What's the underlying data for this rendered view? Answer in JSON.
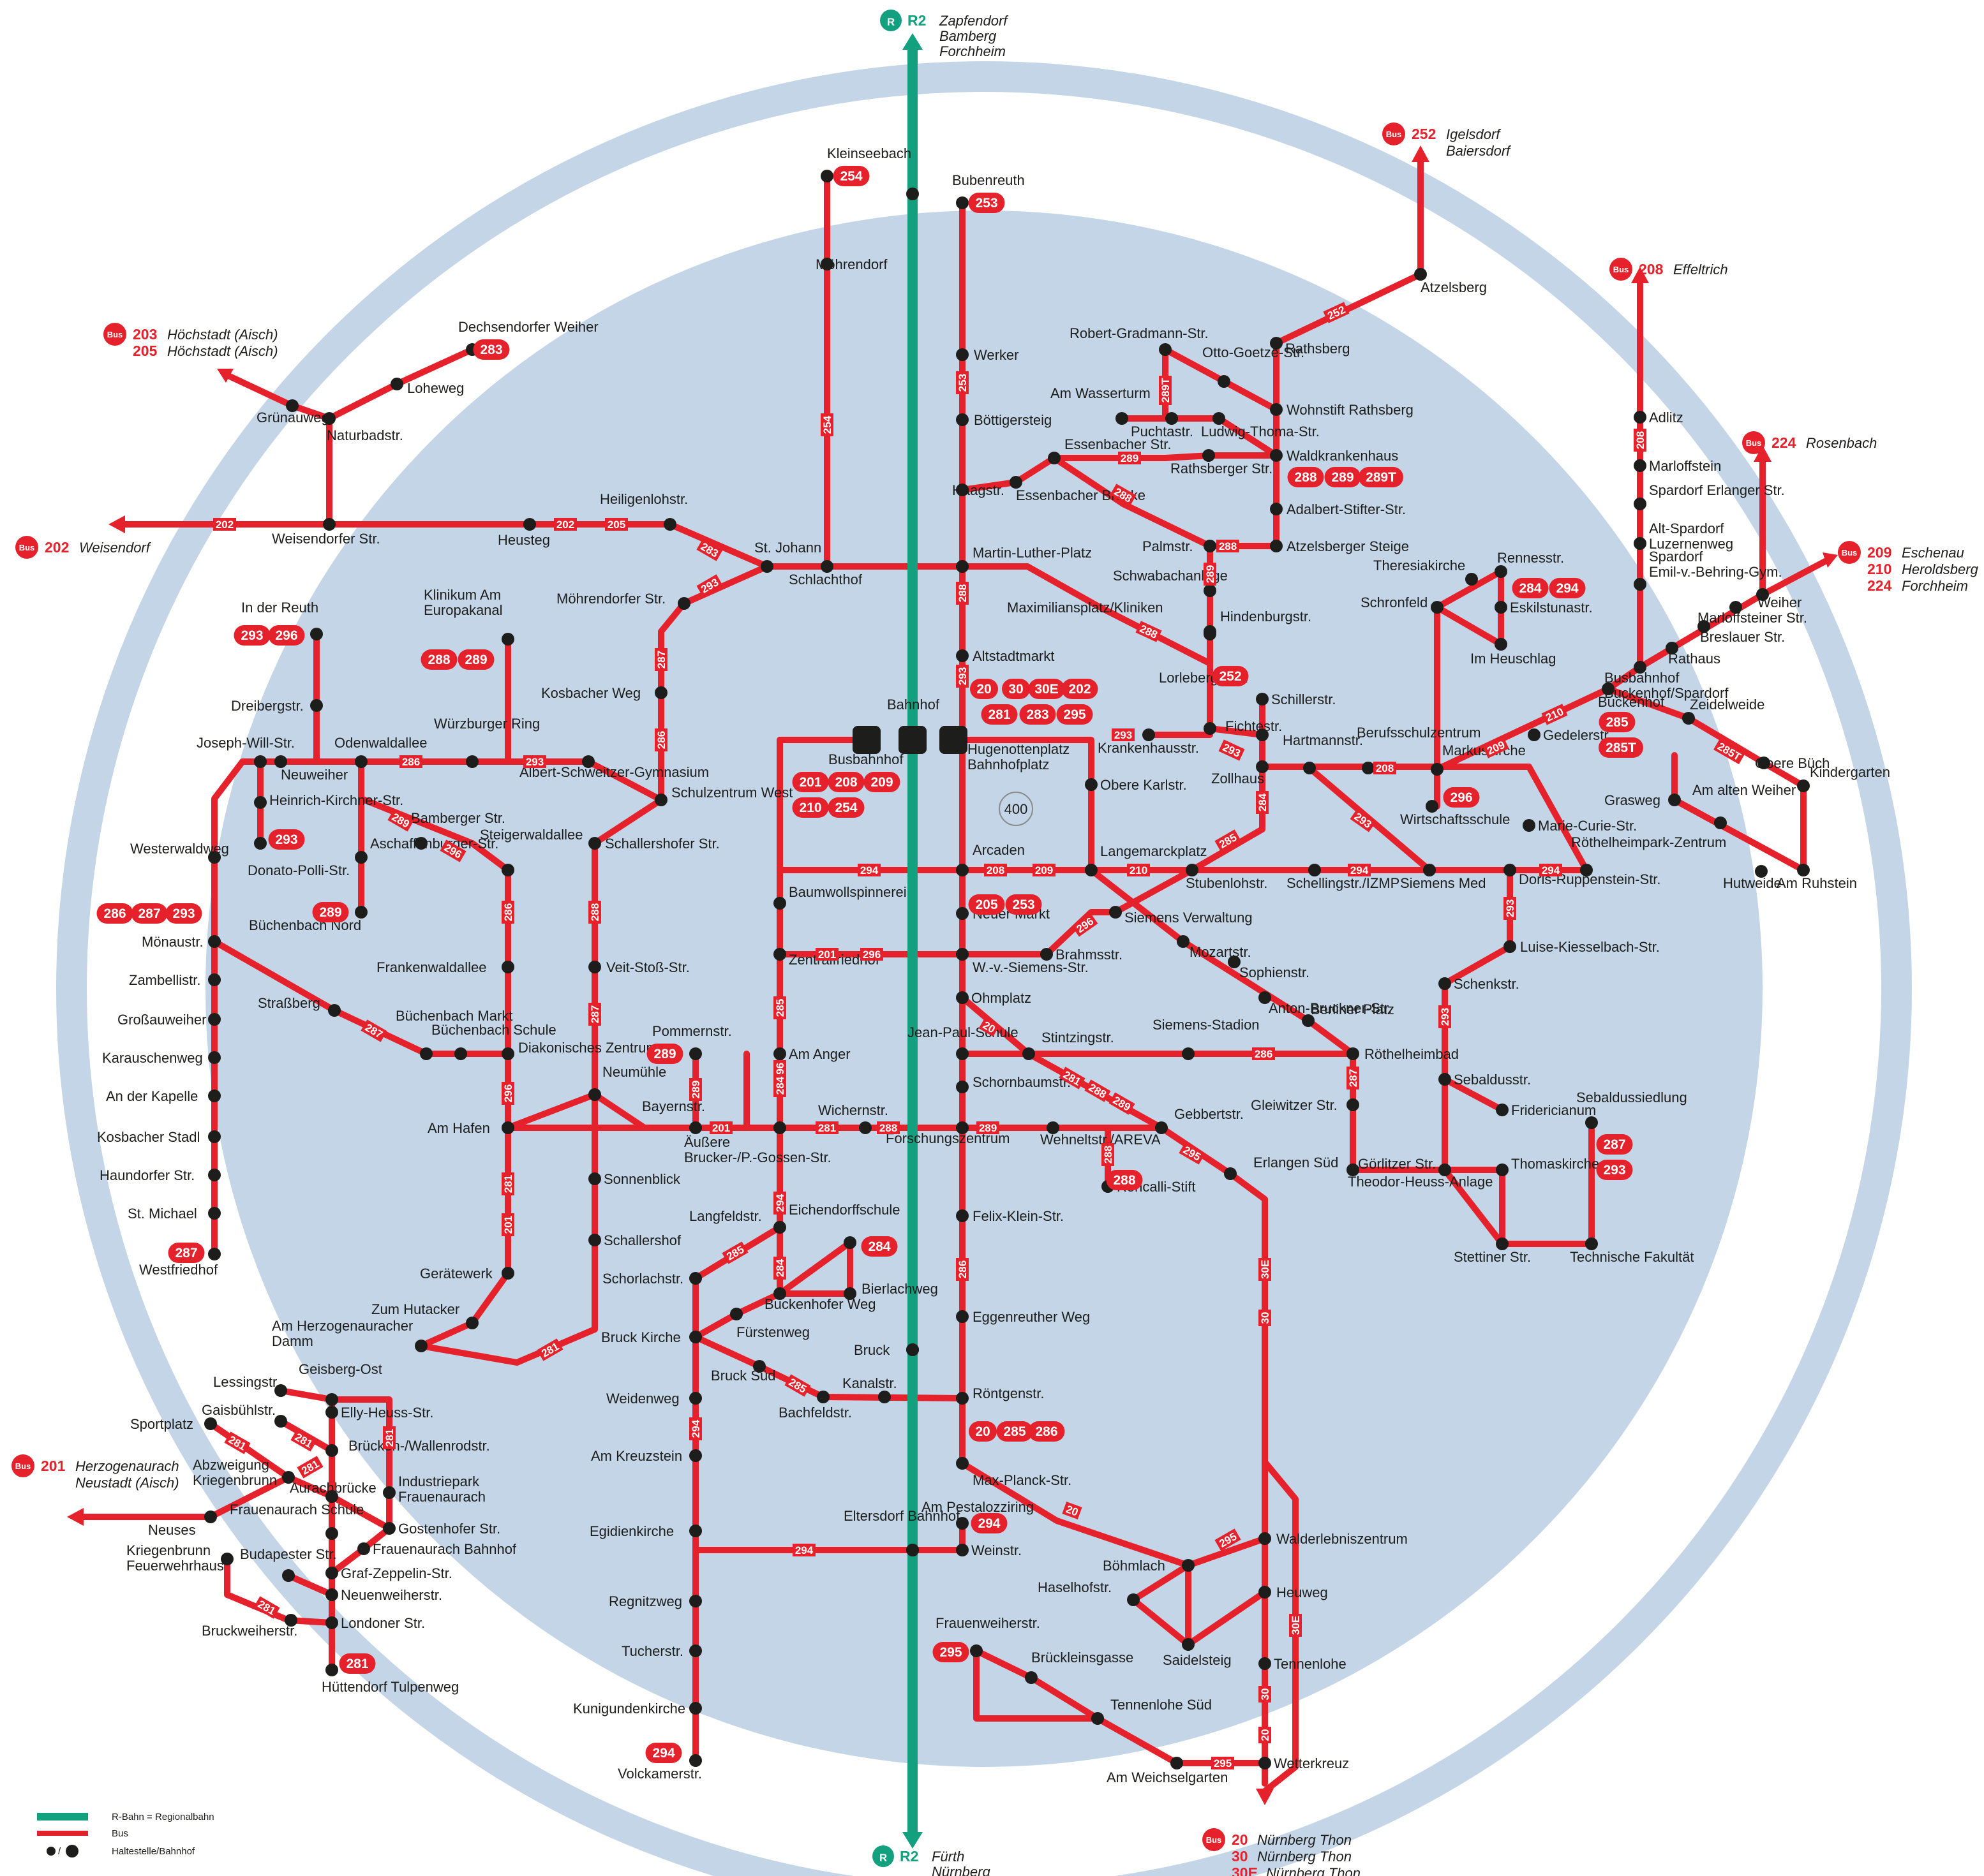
{
  "colors": {
    "bus": "#e5212b",
    "rail": "#12a07f",
    "zone": "#c3d5e6",
    "stop": "#1d1d1b"
  },
  "rail": {
    "north": {
      "line": "R2",
      "dest": [
        "Zapfendorf",
        "Bamberg",
        "Forchheim"
      ]
    },
    "south": {
      "line": "R2",
      "dest": [
        "Fürth",
        "Nürnberg"
      ]
    },
    "icon": "R"
  },
  "zone_label": "400",
  "terminals": [
    {
      "lines": [
        "203",
        "205"
      ],
      "dest": [
        "Höchstadt (Aisch)",
        "Höchstadt (Aisch)"
      ]
    },
    {
      "lines": [
        "202"
      ],
      "dest": [
        "Weisendorf"
      ]
    },
    {
      "lines": [
        "252"
      ],
      "dest": [
        "Igelsdorf",
        "Baiersdorf"
      ]
    },
    {
      "lines": [
        "208"
      ],
      "dest": [
        "Effeltrich"
      ]
    },
    {
      "lines": [
        "224"
      ],
      "dest": [
        "Rosenbach"
      ]
    },
    {
      "lines": [
        "209",
        "210",
        "224"
      ],
      "dest": [
        "Eschenau",
        "Heroldsberg",
        "Forchheim"
      ]
    },
    {
      "lines": [
        "201"
      ],
      "dest": [
        "Herzogenaurach",
        "Neustadt (Aisch)"
      ]
    },
    {
      "lines": [
        "20",
        "30",
        "30E"
      ],
      "dest": [
        "Nürnberg Thon",
        "Nürnberg Thon",
        "Nürnberg Thon"
      ]
    }
  ],
  "bus_label": "Bus",
  "stops": [
    "Kleinseebach",
    "Möhrendorf",
    "Bubenreuth",
    "Werker",
    "Böttigersteig",
    "Haagstr.",
    "Essenbacher Str.",
    "Essenbacher Brücke",
    "Dechsendorfer Weiher",
    "Loheweg",
    "Naturbadstr.",
    "Grünauweg",
    "Weisendorfer Str.",
    "Heusteg",
    "Heiligenlohstr.",
    "St. Johann",
    "Schlachthof",
    "Möhrendorfer Str.",
    "Martin-Luther-Platz",
    "Altstadtmarkt",
    "Kosbacher Weg",
    "Schulzentrum West",
    "Schallershofer Str.",
    "In der Reuth",
    "Dreibergstr.",
    "Klinikum Am Europakanal",
    "Würzburger Ring",
    "Joseph-Will-Str.",
    "Odenwaldallee",
    "Neuweiher",
    "Heinrich-Kirchner-Str.",
    "Donato-Polli-Str.",
    "Albert-Schweitzer-Gymnasium",
    "Bamberger Str.",
    "Aschaffenburger-Str.",
    "Steigerwaldallee",
    "Büchenbach Nord",
    "Westerwaldweg",
    "Mönaustr.",
    "Zambellistr.",
    "Großauweiher",
    "Karauschenweg",
    "An der Kapelle",
    "Kosbacher Stadl",
    "Haundorfer Str.",
    "St. Michael",
    "Westfriedhof",
    "Straßberg",
    "Büchenbach Markt",
    "Büchenbach Schule",
    "Frankenwaldallee",
    "Diakonisches Zentrum",
    "Am Hafen",
    "Neumühle",
    "Bayernstr.",
    "Pommernstr.",
    "Veit-Stoß-Str.",
    "Sonnenblick",
    "Schallershof",
    "Gerätewerk",
    "Zum Hutacker",
    "Am Herzogenauracher Damm",
    "Bahnhof",
    "Busbahnhof",
    "Hugenottenplatz Bahnhofplatz",
    "Baumwollspinnerei",
    "Zentralfriedhof",
    "Am Anger",
    "Äußere Brucker-/P.-Gossen-Str.",
    "Wichernstr.",
    "Arcaden",
    "Neuer Markt",
    "W.-v.-Siemens-Str.",
    "Brahmsstr.",
    "Ohmplatz",
    "Jean-Paul-Schule",
    "Schornbaumstr.",
    "Stintzingstr.",
    "Forschungszentrum",
    "Wehneltstr./AREVA",
    "Roncalli-Stift",
    "Gebbertstr.",
    "Erlangen Süd",
    "Felix-Klein-Str.",
    "Eggenreuther Weg",
    "Röntgenstr.",
    "Max-Planck-Str.",
    "Robert-Gradmann-Str.",
    "Otto-Goetze-Str.",
    "Am Wasserturm",
    "Puchtastr.",
    "Ludwig-Thoma-Str.",
    "Wohnstift Rathsberg",
    "Rathsberg",
    "Atzelsberg",
    "Waldkrankenhaus",
    "Rathsberger Str.",
    "Adalbert-Stifter-Str.",
    "Palmstr.",
    "Atzelsberger Steige",
    "Schwabachanlage",
    "Maximiliansplatz/Kliniken",
    "Hindenburgstr.",
    "Lorlebergplatz",
    "Schillerstr.",
    "Fichtestr.",
    "Krankenhausstr.",
    "Zollhaus",
    "Obere Karlstr.",
    "Langemarckplatz",
    "Stubenlohstr.",
    "Siemens Verwaltung",
    "Mozartstr.",
    "Sophienstr.",
    "Anton-Bruckner-Str.",
    "Berliner Platz",
    "Röthelheimbad",
    "Siemens-Stadion",
    "Gleiwitzer Str.",
    "Görlitzer Str.",
    "Theodor-Heuss-Anlage",
    "Thomaskirche",
    "Stettiner Str.",
    "Technische Fakultät",
    "Sebaldussiedlung",
    "Fridericianum",
    "Sebaldusstr.",
    "Schenkstr.",
    "Luise-Kiesselbach-Str.",
    "Schellingstr./IZMP",
    "Siemens Med",
    "Doris-Ruppenstein-Str.",
    "Röthelheimpark-Zentrum",
    "Marie-Curie-Str.",
    "Wirtschaftsschule",
    "Markuskirche",
    "Gedelerstr.",
    "Hartmannstr.",
    "Berufsschulzentrum",
    "Theresiakirche",
    "Rennesstr.",
    "Eskilstunastr.",
    "Schronfeld",
    "Im Heuschlag",
    "Buckenhof",
    "Busbahnhof Buckenhof/Spardorf",
    "Rathaus",
    "Breslauer Str.",
    "Marloffsteiner Str.",
    "Weiher",
    "Adlitz",
    "Marloffstein",
    "Spardorf Erlanger Str.",
    "Alt-Spardorf Luzernenweg",
    "Spardorf Emil-v.-Behring-Gym.",
    "Zeidelweide",
    "Obere Büch",
    "Kindergarten",
    "Grasweg",
    "Am alten Weiher",
    "Hutweide",
    "Am Ruhstein",
    "Langfeldstr.",
    "Eichendorffschule",
    "Schorlachstr.",
    "Bierlachweg",
    "Buckenhofer Weg",
    "Fürstenweg",
    "Bruck Kirche",
    "Bruck",
    "Bruck Süd",
    "Kanalstr.",
    "Bachfeldstr.",
    "Weidenweg",
    "Am Kreuzstein",
    "Egidienkirche",
    "Eltersdorf Bahnhof",
    "Am Pestalozziring",
    "Weinstr.",
    "Regnitzweg",
    "Tucherstr.",
    "Kunigundenkirche",
    "Volckamerstr.",
    "Walderlebniszentrum",
    "Böhmlach",
    "Haselhofstr.",
    "Heuweg",
    "Saidelsteig",
    "Tennenlohe",
    "Frauenweiherstr.",
    "Brückleinsgasse",
    "Tennenlohe Süd",
    "Wetterkreuz",
    "Am Weichselgarten",
    "Lessingstr.",
    "Geisberg-Ost",
    "Gaisbühlstr.",
    "Elly-Heuss-Str.",
    "Sportplatz",
    "Brücken-/Wallenrodstr.",
    "Abzweigung Kriegenbrunn",
    "Aurachbrücke",
    "Industriepark Frauenaurach",
    "Neuses",
    "Frauenaurach Schule",
    "Gostenhofer Str.",
    "Frauenaurach Bahnhof",
    "Kriegenbrunn Feuerwehrhaus",
    "Budapester Str.",
    "Graf-Zeppelin-Str.",
    "Neuenweiherstr.",
    "Londoner Str.",
    "Bruckweiherstr.",
    "Hüttendorf Tulpenweg"
  ],
  "badges": [
    "254",
    "253",
    "283",
    "293",
    "296",
    "288",
    "289",
    "287",
    "286",
    "281",
    "201",
    "208",
    "209",
    "210",
    "205",
    "20",
    "30",
    "30E",
    "202",
    "295",
    "252",
    "284",
    "285",
    "285T",
    "289T",
    "294",
    "224"
  ],
  "legend": {
    "rail": "R-Bahn = Regionalbahn",
    "bus": "Bus",
    "stop": "Haltestelle/Bahnhof",
    "stop_sep": "/"
  }
}
